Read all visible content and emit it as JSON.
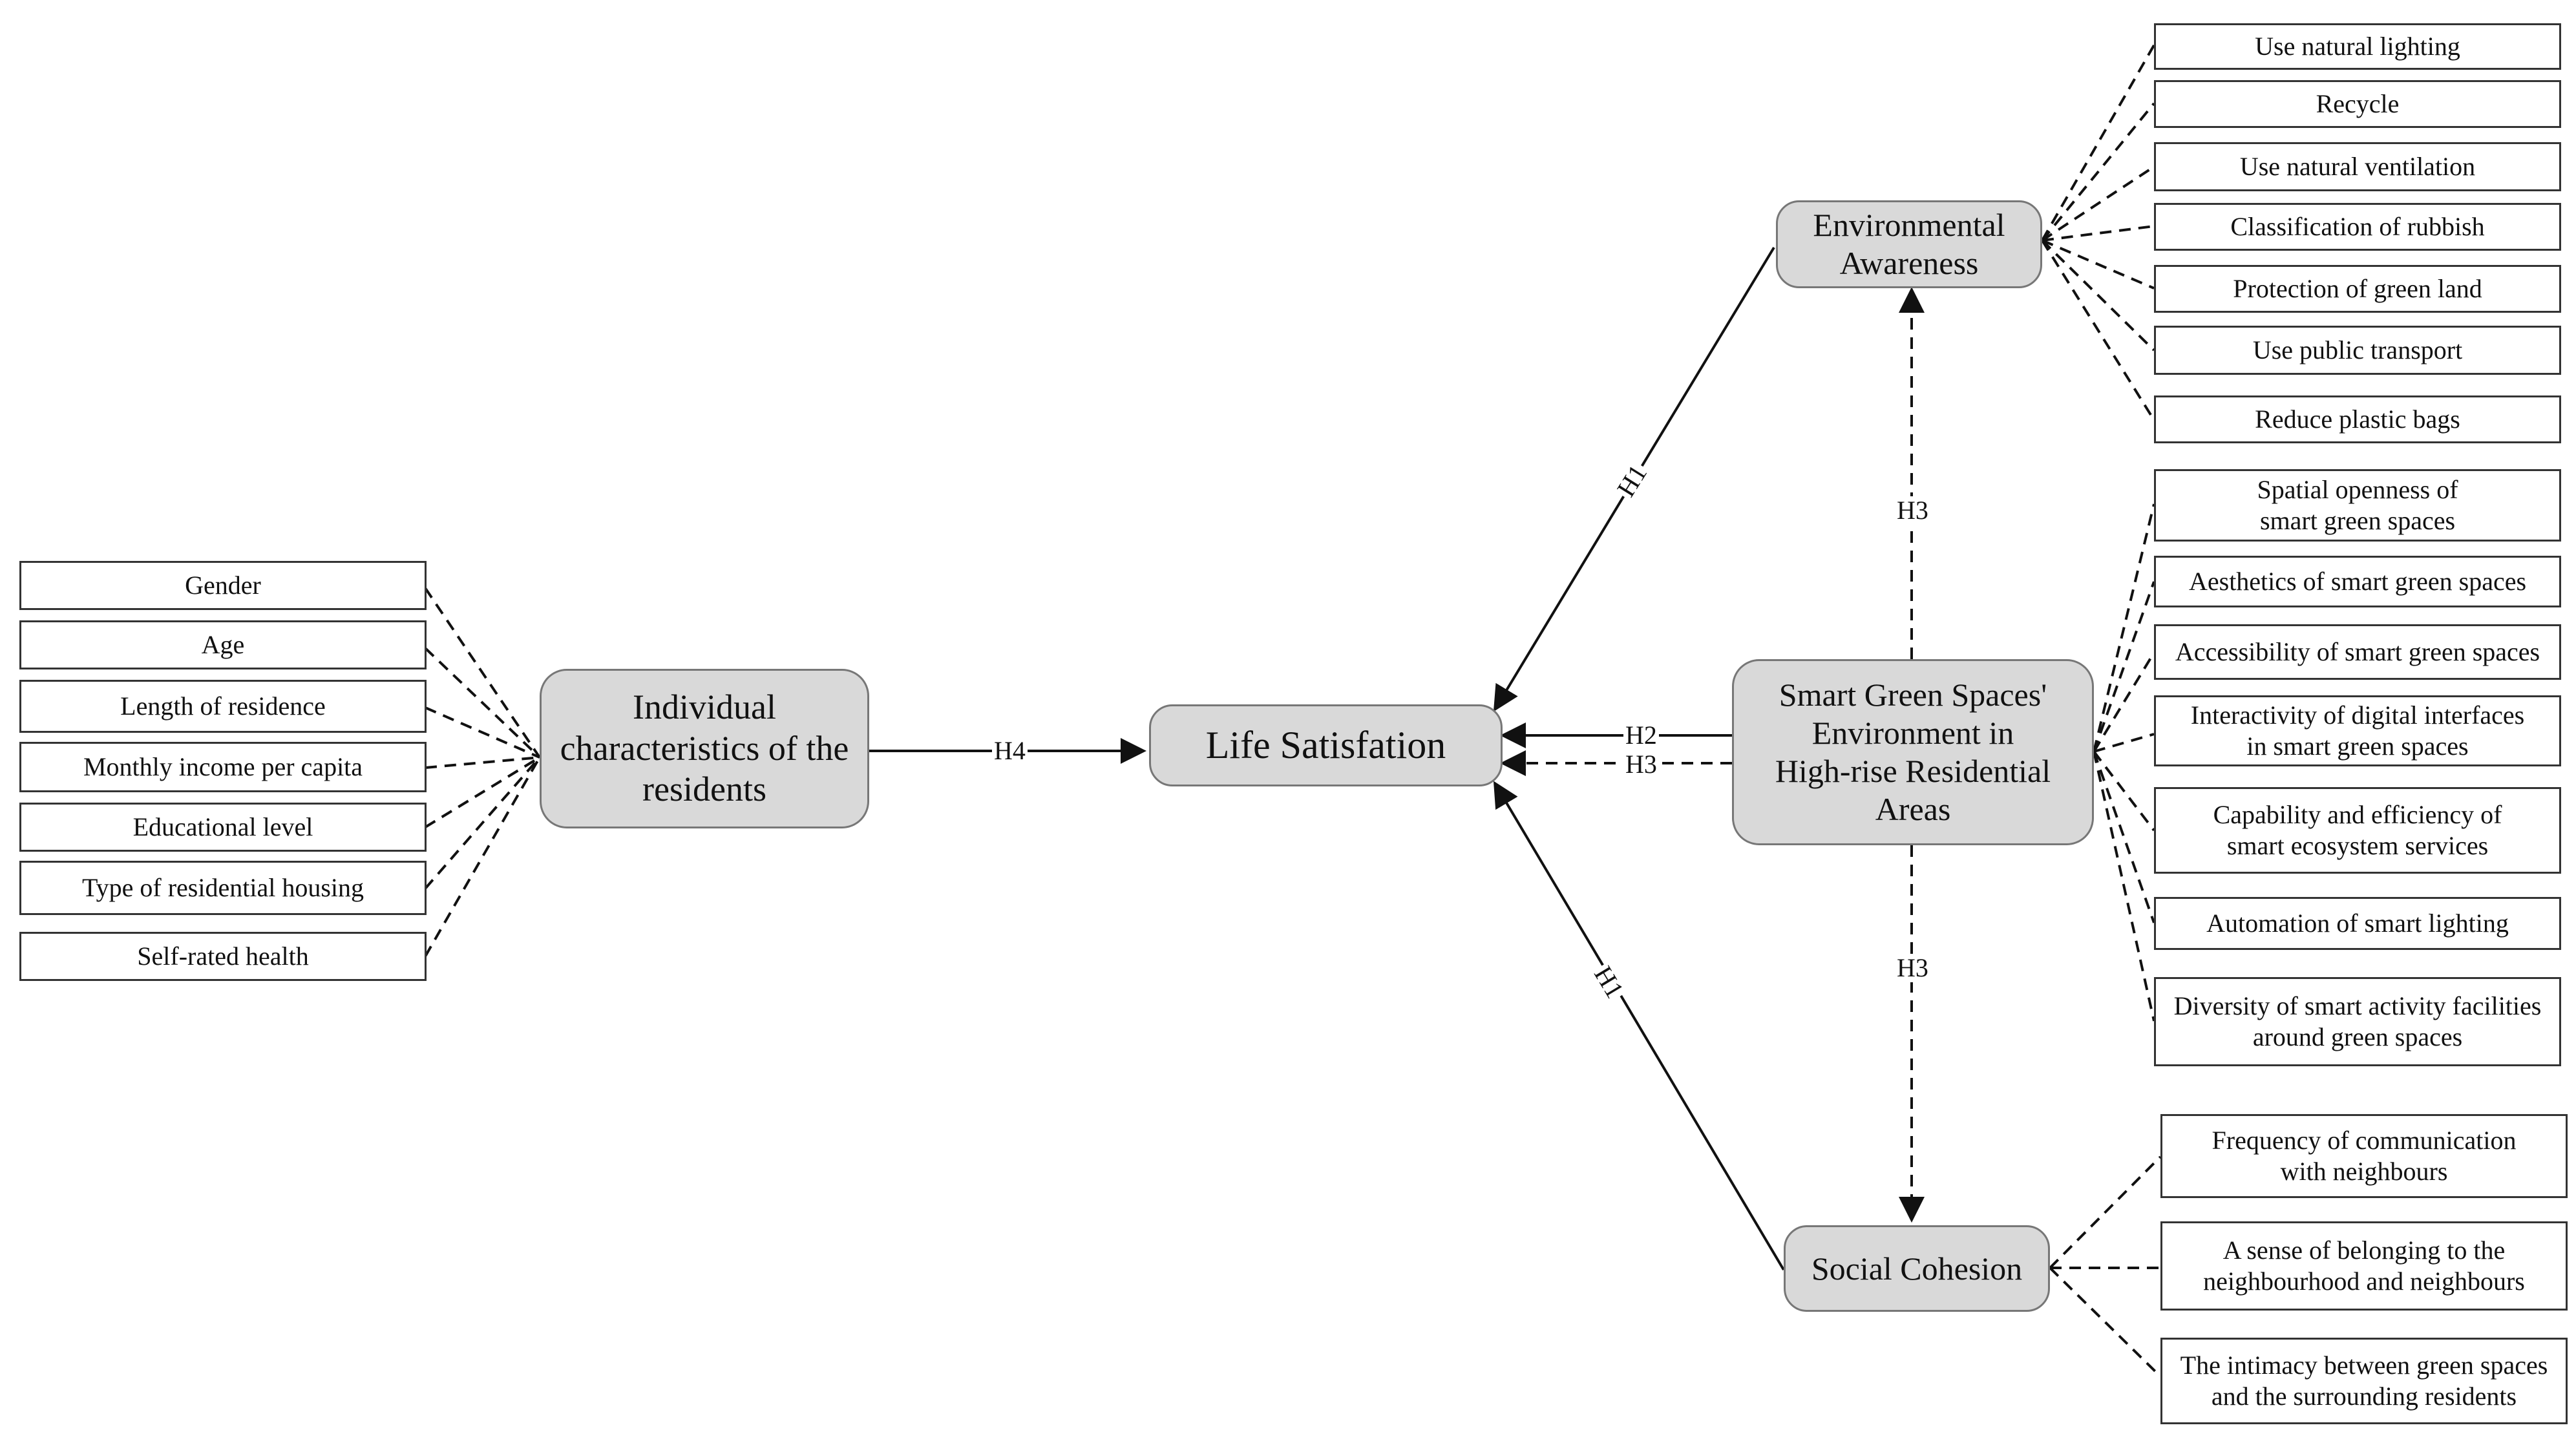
{
  "individual_indicators": [
    "Gender",
    "Age",
    "Length of residence",
    "Monthly income per capita",
    "Educational level",
    "Type of residential housing",
    "Self-rated health"
  ],
  "environmental_indicators": [
    "Use natural lighting",
    "Recycle",
    "Use natural ventilation",
    "Classification of rubbish",
    "Protection of green land",
    "Use public transport",
    "Reduce plastic bags"
  ],
  "smart_indicators": [
    [
      "Spatial openness of",
      "smart green spaces"
    ],
    [
      "Aesthetics of smart green spaces"
    ],
    [
      "Accessibility of smart green spaces"
    ],
    [
      "Interactivity of digital interfaces",
      "in smart green spaces"
    ],
    [
      "Capability and efficiency of",
      "smart ecosystem services"
    ],
    [
      "Automation of smart lighting"
    ],
    [
      "Diversity of smart activity facilities",
      "around green spaces"
    ]
  ],
  "social_indicators": [
    [
      "Frequency of communication",
      "with neighbours"
    ],
    [
      "A sense of belonging to the",
      "neighbourhood and neighbours"
    ],
    [
      "The intimacy between green spaces",
      "and the surrounding residents"
    ]
  ],
  "constructs": {
    "individual": [
      "Individual",
      "characteristics of the",
      "residents"
    ],
    "life": [
      "Life Satisfation"
    ],
    "smart": [
      "Smart Green Spaces'",
      "Environment in",
      "High-rise Residential",
      "Areas"
    ],
    "environmental": [
      "Environmental",
      "Awareness"
    ],
    "social": [
      "Social Cohesion"
    ]
  },
  "hypotheses": {
    "h1_env": "H1",
    "h1_social": "H1",
    "h2": "H2",
    "h3_direct": "H3",
    "h3_env": "H3",
    "h3_social": "H3",
    "h4": "H4"
  }
}
